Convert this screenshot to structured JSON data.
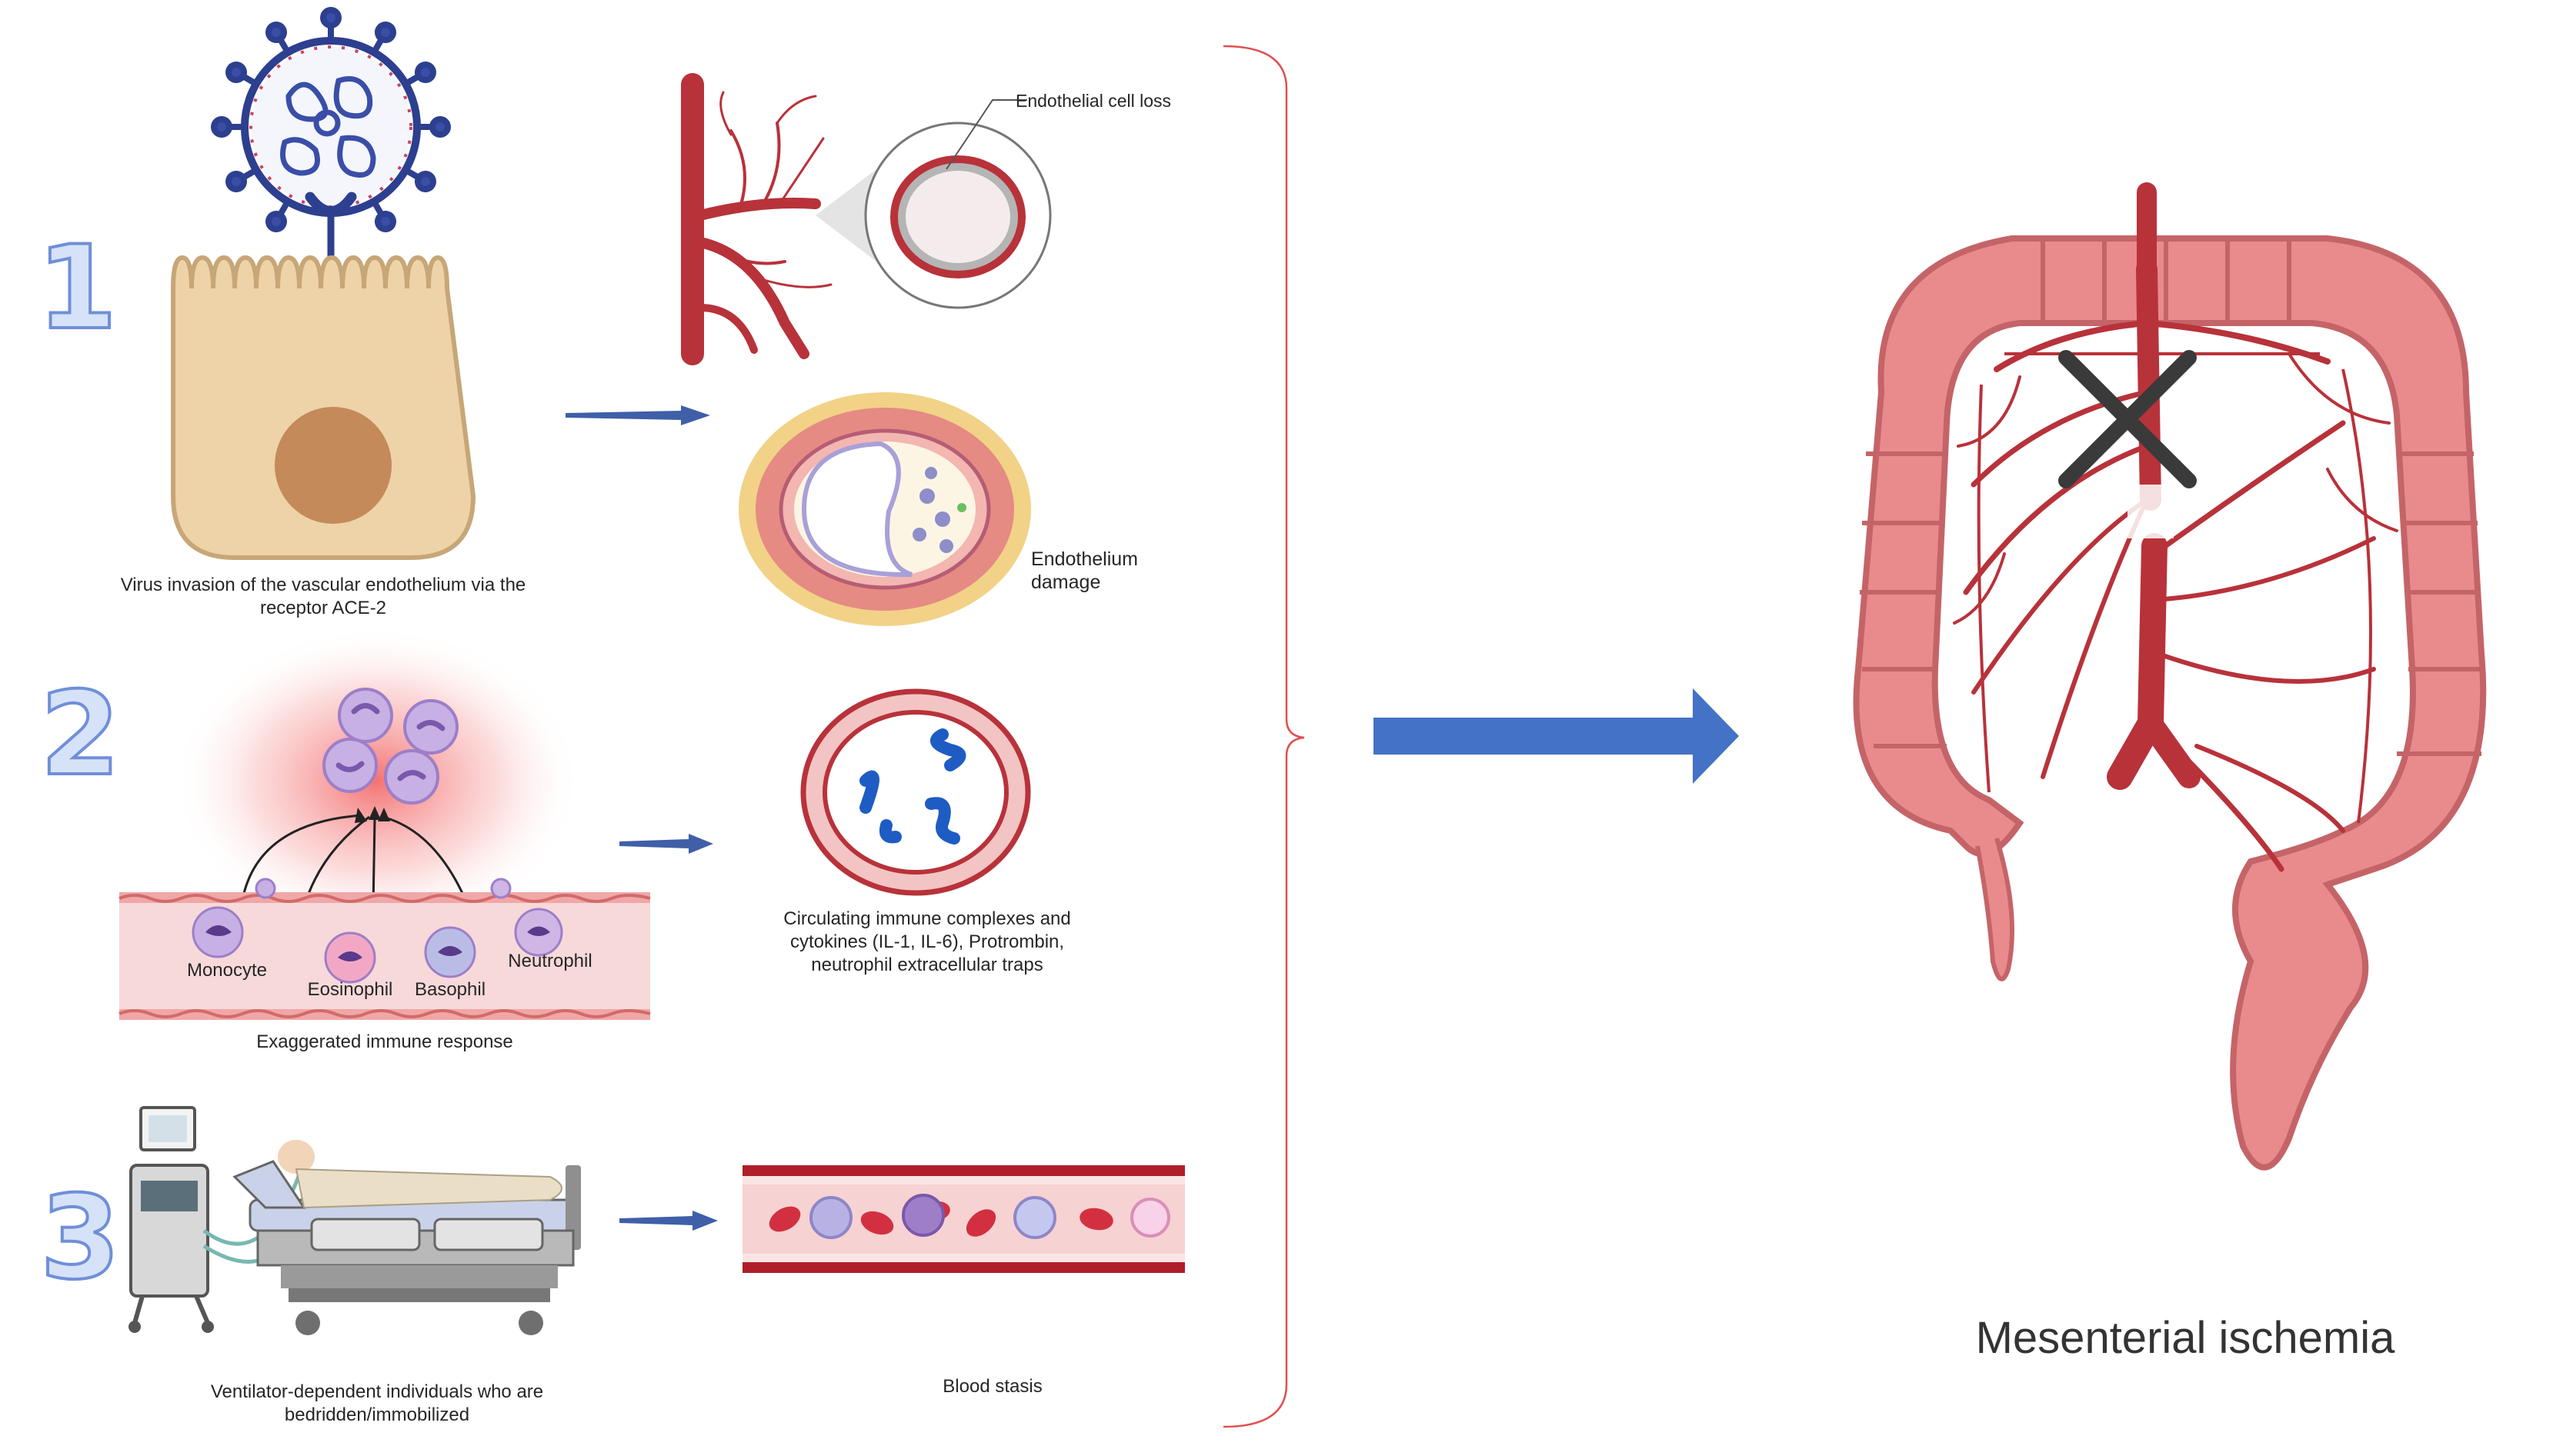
{
  "step_numbers": [
    "1",
    "2",
    "3"
  ],
  "labels": {
    "endothelial_cell_loss": "Endothelial cell loss",
    "virus_invasion": "Virus invasion of the vascular endothelium via the receptor ACE-2",
    "endothelium_damage": "Endothelium damage",
    "monocyte": "Monocyte",
    "eosinophil": "Eosinophil",
    "basophil": "Basophil",
    "neutrophil": "Neutrophil",
    "exaggerated_response": "Exaggerated immune response",
    "circulating_complexes": "Circulating immune complexes and cytokines (IL-1, IL-6), Protrombin, neutrophil extracellular traps",
    "ventilator_individuals": "Ventilator-dependent individuals who are bedridden/immobilized",
    "blood_stasis": "Blood stasis",
    "mesenterial_ischemia": "Mesenterial ischemia"
  },
  "colors": {
    "number_fill": "#d6e2f7",
    "number_stroke": "#6f8fd8",
    "small_arrow": "#3f5fa8",
    "big_arrow": "#4472c4",
    "bracket": "#e05050",
    "vessel": "#b8323a",
    "colon": "#e3868a",
    "x_mark": "#3a3a3a"
  }
}
